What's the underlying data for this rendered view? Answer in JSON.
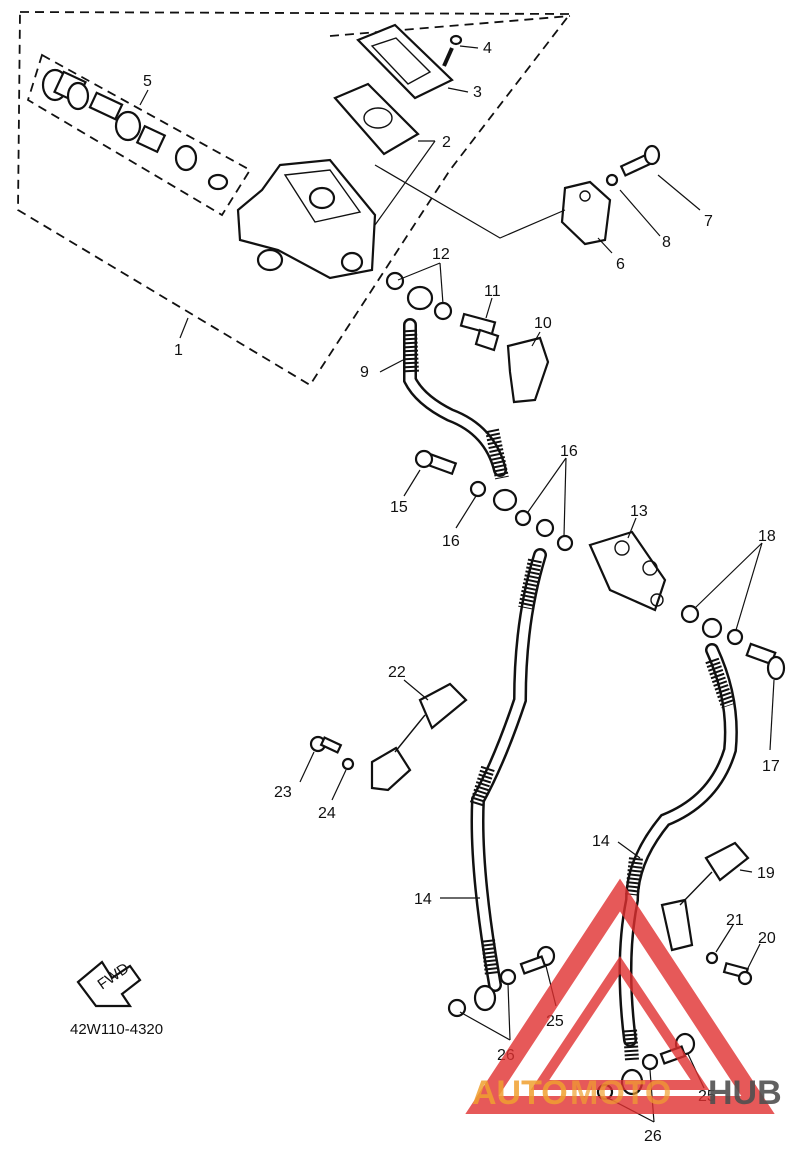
{
  "diagram": {
    "part_code": "42W110-4320",
    "fwd_label": "FWD",
    "callouts": [
      {
        "id": "c1",
        "text": "1"
      },
      {
        "id": "c2",
        "text": "2"
      },
      {
        "id": "c3",
        "text": "3"
      },
      {
        "id": "c4",
        "text": "4"
      },
      {
        "id": "c5",
        "text": "5"
      },
      {
        "id": "c6",
        "text": "6"
      },
      {
        "id": "c7",
        "text": "7"
      },
      {
        "id": "c8",
        "text": "8"
      },
      {
        "id": "c9",
        "text": "9"
      },
      {
        "id": "c10",
        "text": "10"
      },
      {
        "id": "c11",
        "text": "11"
      },
      {
        "id": "c12",
        "text": "12"
      },
      {
        "id": "c13",
        "text": "13"
      },
      {
        "id": "c14a",
        "text": "14"
      },
      {
        "id": "c14b",
        "text": "14"
      },
      {
        "id": "c15",
        "text": "15"
      },
      {
        "id": "c16a",
        "text": "16"
      },
      {
        "id": "c16b",
        "text": "16"
      },
      {
        "id": "c17",
        "text": "17"
      },
      {
        "id": "c18",
        "text": "18"
      },
      {
        "id": "c19",
        "text": "19"
      },
      {
        "id": "c20",
        "text": "20"
      },
      {
        "id": "c21",
        "text": "21"
      },
      {
        "id": "c22",
        "text": "22"
      },
      {
        "id": "c23",
        "text": "23"
      },
      {
        "id": "c24",
        "text": "24"
      },
      {
        "id": "c25a",
        "text": "25"
      },
      {
        "id": "c25b",
        "text": "25"
      },
      {
        "id": "c26a",
        "text": "26"
      },
      {
        "id": "c26b",
        "text": "26"
      }
    ]
  },
  "watermark": {
    "brand_left": "AUTO",
    "brand_mid": "MOTO",
    "brand_right": "HUB",
    "colors": {
      "orange": "#f0a030",
      "red": "#e03030",
      "grey": "#505050"
    }
  }
}
